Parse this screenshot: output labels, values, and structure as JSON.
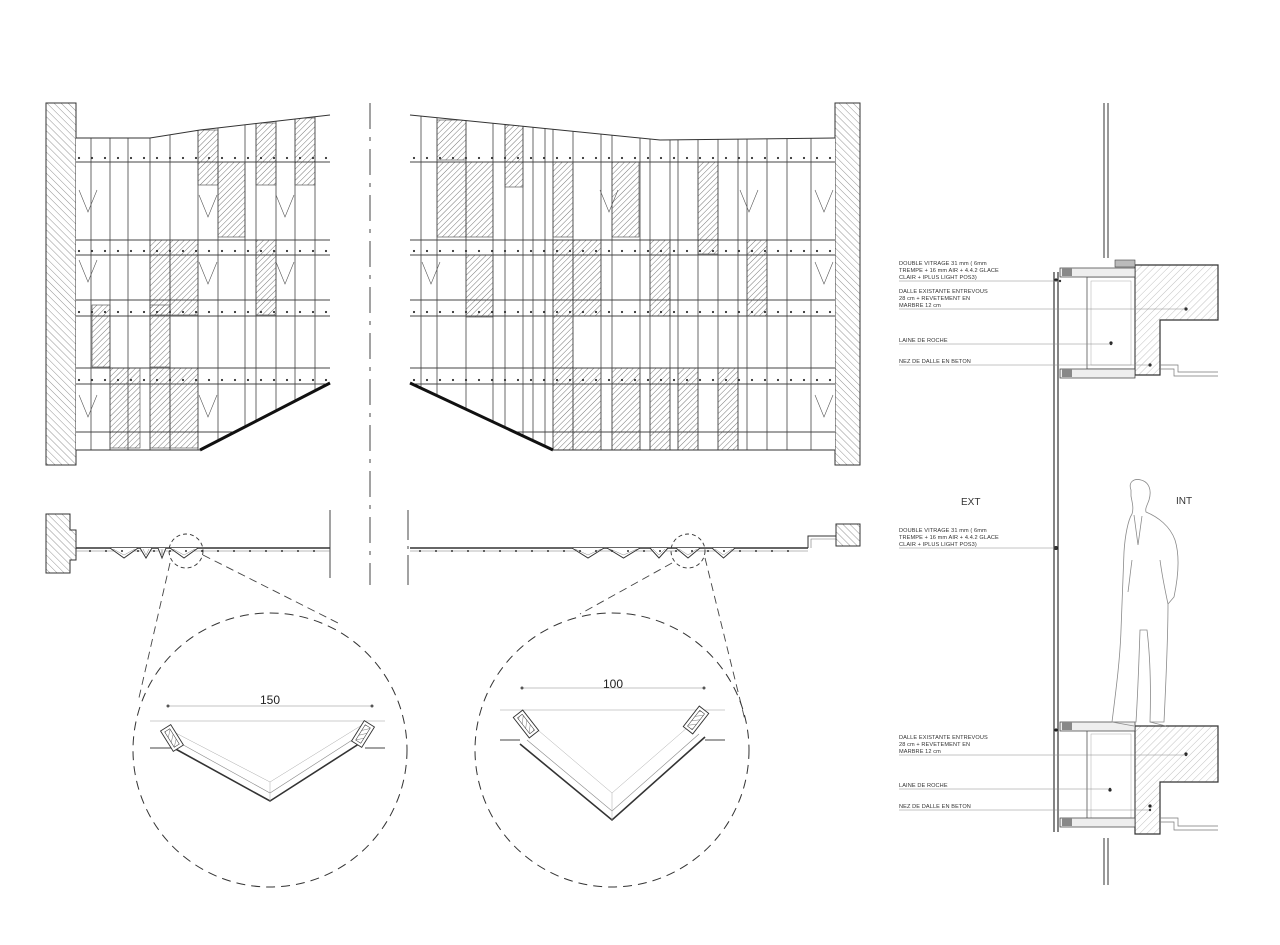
{
  "section_notes": {
    "upper": [
      {
        "lines": [
          "DOUBLE VITRAGE 31 mm ( 6mm",
          "TREMPE + 16 mm AIR + 4.4.2 GLACE",
          "CLAIR + IPLUS LIGHT POS3)"
        ]
      },
      {
        "lines": [
          "DALLE EXISTANTE ENTREVOUS",
          "28 cm + REVETEMENT EN",
          "MARBRE 12 cm"
        ]
      },
      {
        "lines": [
          "LAINE DE ROCHE"
        ]
      },
      {
        "lines": [
          "NEZ DE DALLE EN BETON"
        ]
      }
    ],
    "middle": [
      {
        "lines": [
          "DOUBLE VITRAGE 31 mm ( 6mm",
          "TREMPE + 16 mm AIR + 4.4.2 GLACE",
          "CLAIR + IPLUS LIGHT POS3)"
        ]
      }
    ],
    "lower": [
      {
        "lines": [
          "DALLE EXISTANTE ENTREVOUS",
          "28 cm + REVETEMENT EN",
          "MARBRE 12 cm"
        ]
      },
      {
        "lines": [
          "LAINE DE ROCHE"
        ]
      },
      {
        "lines": [
          "NEZ DE DALLE EN BETON"
        ]
      }
    ]
  },
  "labels": {
    "exterior": "EXT",
    "interior": "INT"
  },
  "dimensions": {
    "left_detail": "150",
    "right_detail": "100"
  }
}
